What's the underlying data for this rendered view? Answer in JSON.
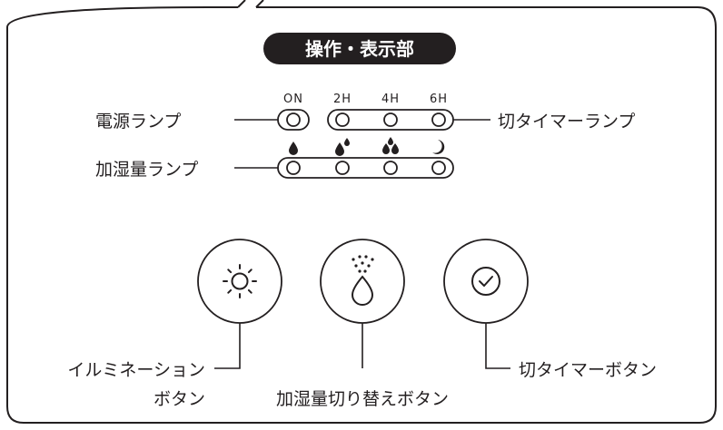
{
  "title": "操作・表示部",
  "timer_labels": [
    "ON",
    "2H",
    "4H",
    "6H"
  ],
  "lamp_labels": {
    "power": "電源ランプ",
    "off_timer": "切タイマーランプ",
    "humidify_level": "加湿量ランプ"
  },
  "humidify_level_icons": [
    "drop-1-icon",
    "drop-2-icon",
    "drop-3-icon",
    "moon-icon"
  ],
  "buttons": [
    {
      "id": "illumination",
      "icon": "sun-icon",
      "label_line1": "イルミネーション",
      "label_line2": "ボタン"
    },
    {
      "id": "humidify",
      "icon": "mist-drop-icon",
      "label_line1": "加湿量切り替えボタン"
    },
    {
      "id": "off_timer",
      "icon": "clock-check-icon",
      "label_line1": "切タイマーボタン"
    }
  ],
  "colors": {
    "ink": "#231f20",
    "background": "#ffffff",
    "title_text": "#ffffff"
  }
}
